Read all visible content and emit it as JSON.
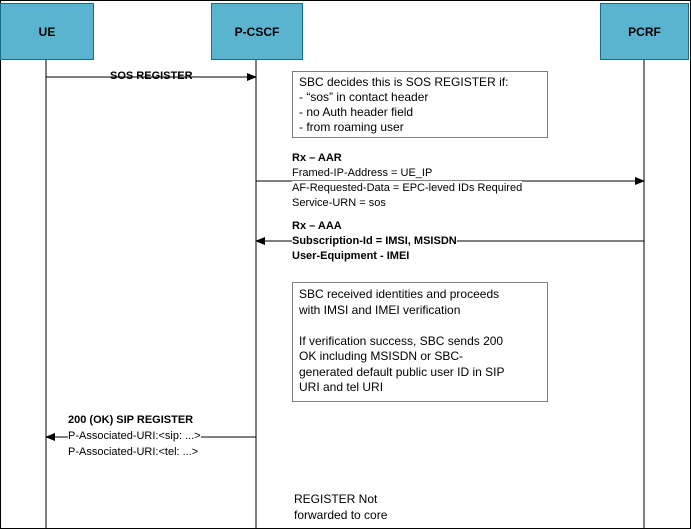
{
  "entities": {
    "ue": "UE",
    "pcscf": "P-CSCF",
    "pcrf": "PCRF"
  },
  "messages": {
    "sos_register": "SOS REGISTER",
    "rx_aar": {
      "title": "Rx – AAR",
      "lines": [
        "Framed-IP-Address = UE_IP",
        "AF-Requested-Data = EPC-leved IDs Required",
        "Service-URN = sos"
      ]
    },
    "rx_aaa": {
      "title": "Rx – AAA",
      "lines": [
        "Subscription-Id = IMSI, MSISDN",
        "User-Equipment - IMEI"
      ]
    },
    "ok_register": {
      "title": "200 (OK) SIP REGISTER",
      "lines": [
        "P-Associated-URI:<sip: ...>",
        "P-Associated-URI:<tel: ...>"
      ]
    }
  },
  "notes": {
    "sbc_decides": {
      "lines": [
        "SBC decides this is SOS REGISTER if:",
        "- “sos” in contact header",
        "- no Auth header field",
        "- from roaming user"
      ]
    },
    "sbc_received": {
      "lines": [
        "SBC received identities and proceeds",
        "with IMSI and IMEI verification",
        "",
        "If verification success, SBC sends 200",
        "OK including MSISDN or SBC-",
        "generated default public user ID in SIP",
        "URI and tel URI"
      ]
    },
    "not_forwarded": {
      "lines": [
        "REGISTER Not",
        "forwarded to core"
      ]
    }
  },
  "colors": {
    "entity_fill": "#5bb4cf",
    "entity_border": "#1a6d86",
    "line": "#000000"
  }
}
